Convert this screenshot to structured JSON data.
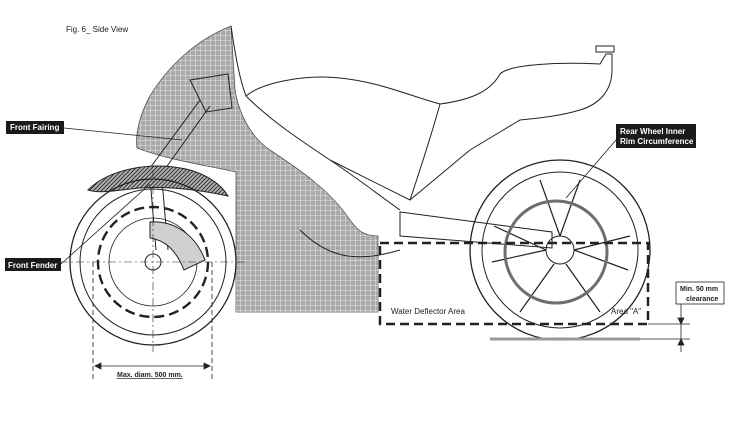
{
  "figure": {
    "title": "Fig. 6_ Side View"
  },
  "labels": {
    "front_fairing": "Front Fairing",
    "front_fender": "Front Fender",
    "rear_wheel_line1": "Rear Wheel Inner",
    "rear_wheel_line2": "Rim Circumference",
    "water_deflector": "Water Deflector Area",
    "area_a": "Area \"A\"",
    "min_clearance_line1": "Min. 50 mm",
    "min_clearance_line2": "clearance",
    "max_diam": "Max. diam. 500 mm."
  },
  "colors": {
    "line": "#222222",
    "fill_grey": "#9a9a9a",
    "label_bg": "#1a1a1a",
    "label_text": "#ffffff",
    "rim_circle": "#6e6e6e"
  }
}
